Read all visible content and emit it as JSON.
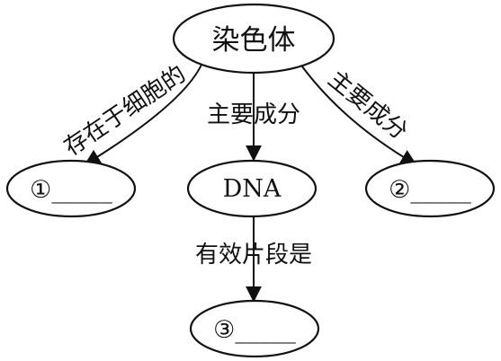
{
  "nodes": {
    "chromosome": "染色体",
    "blank1": "①_____",
    "dna": "DNA",
    "blank2": "②_____",
    "blank3": "③_____"
  },
  "edges": {
    "left": "存在于细胞的",
    "center": "主要成分",
    "right": "主要成分",
    "bottom": "有效片段是"
  }
}
